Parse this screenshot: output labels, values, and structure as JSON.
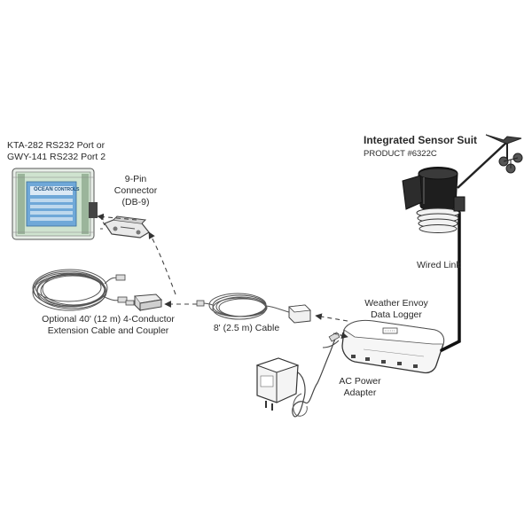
{
  "labels": {
    "kta_line1": "KTA-282 RS232 Port or",
    "kta_line2": "GWY-141 RS232 Port 2",
    "connector_line1": "9-Pin",
    "connector_line2": "Connector",
    "connector_line3": "(DB-9)",
    "sensor_title": "Integrated Sensor Suit",
    "sensor_product": "PRODUCT #6322C",
    "wired_link": "Wired Link",
    "envoy_line1": "Weather Envoy",
    "envoy_line2": "Data Logger",
    "ext_line1": "Optional 40' (12 m) 4-Conductor",
    "ext_line2": "Extension Cable and Coupler",
    "cable_8ft": "8' (2.5 m) Cable",
    "ac_line1": "AC Power",
    "ac_line2": "Adapter"
  },
  "device_text": {
    "brand": "OCEAN",
    "brand_sub": "CONTROLS"
  },
  "colors": {
    "line": "#333333",
    "device_green": "#cfe3cf",
    "device_blue": "#6fa8d8",
    "sensor_dark": "#1e1e1e",
    "arrow_dash": "#444444"
  },
  "icons": [
    "relay-module-icon",
    "db9-connector-icon",
    "coiled-cable-icon",
    "coupler-icon",
    "sensor-suite-icon",
    "data-logger-icon",
    "power-adapter-icon"
  ]
}
